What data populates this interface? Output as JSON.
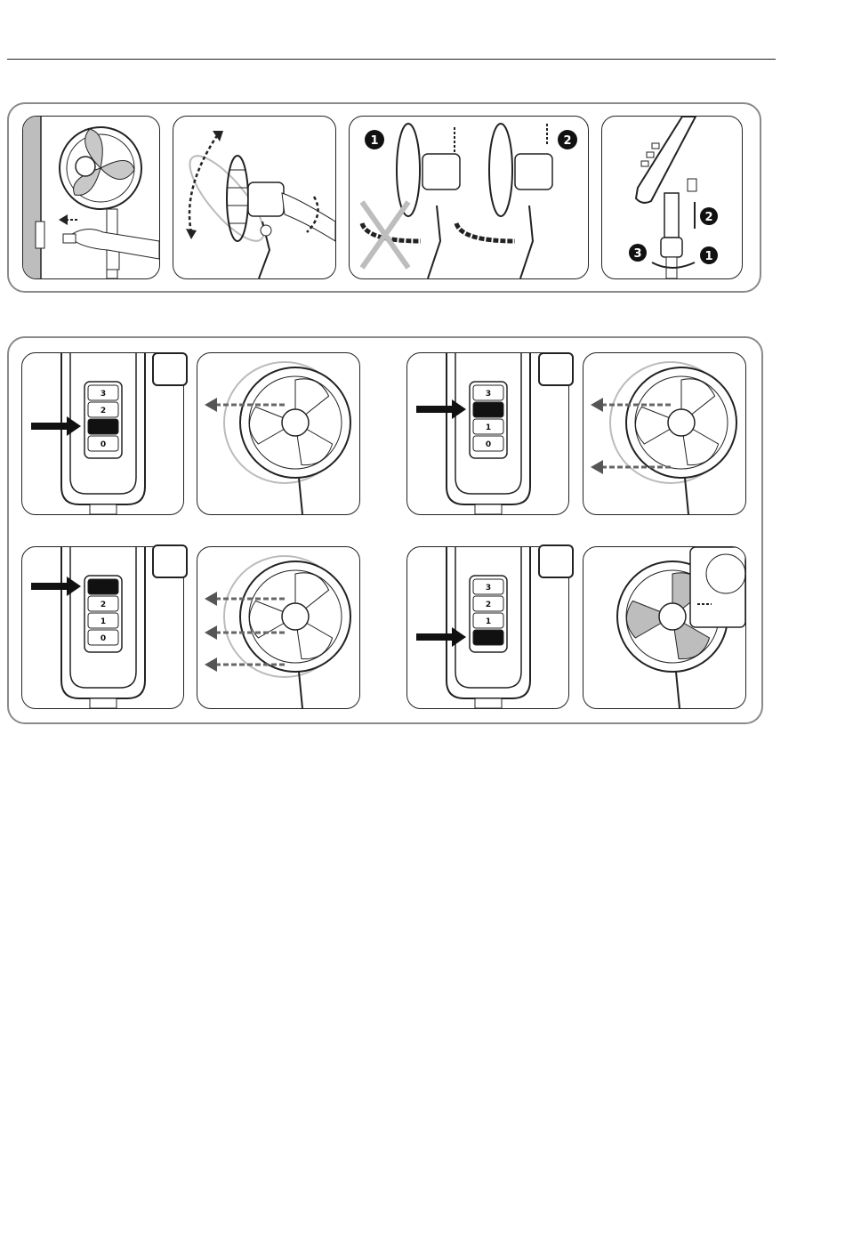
{
  "step_markers": {
    "panel3": [
      "1",
      "2"
    ],
    "panel4": [
      "2",
      "3",
      "1"
    ]
  },
  "switch_panels": [
    {
      "id": "speed-2",
      "labels": [
        "3",
        "2",
        "",
        "0"
      ],
      "selected_index": 2,
      "arrow_rows": 1
    },
    {
      "id": "speed-1",
      "labels": [
        "3",
        "",
        "1",
        "0"
      ],
      "selected_index": 1,
      "arrow_rows": 2
    },
    {
      "id": "speed-3",
      "labels": [
        "",
        "2",
        "1",
        "0"
      ],
      "selected_index": 0,
      "arrow_rows": 3
    },
    {
      "id": "speed-0",
      "labels": [
        "3",
        "2",
        "1",
        ""
      ],
      "selected_index": 3,
      "arrow_rows": 0
    }
  ],
  "colors": {
    "border": "#8a8a8a",
    "ink": "#222222",
    "shade": "#cfcfcf",
    "selected": "#111111"
  }
}
